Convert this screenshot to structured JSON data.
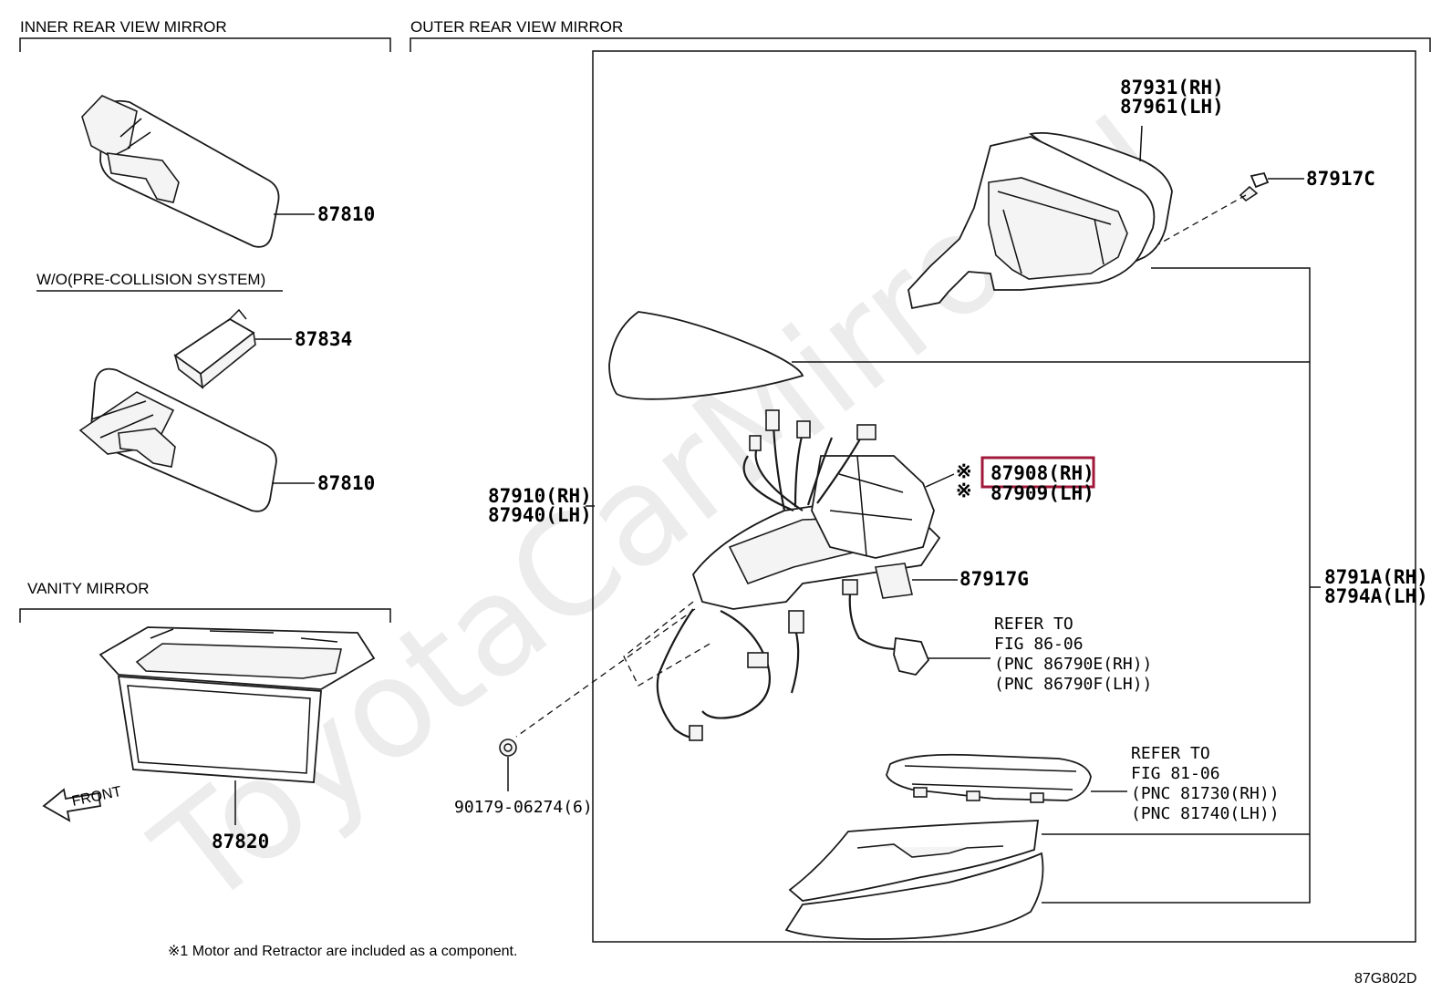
{
  "watermark": "ToyotaCarMirro.ru",
  "sections": {
    "inner": "INNER REAR VIEW MIRROR",
    "outer": "OUTER REAR VIEW MIRROR",
    "without_pcs": "W/O(PRE-COLLISION SYSTEM)",
    "vanity": "VANITY MIRROR"
  },
  "parts": {
    "p87810_top": "87810",
    "p87834": "87834",
    "p87810_bottom": "87810",
    "p87820": "87820",
    "p87931": "87931(RH)",
    "p87961": "87961(LH)",
    "p87917c": "87917C",
    "p87908": "87908(RH)",
    "p87909": "87909(LH)",
    "p87910": "87910(RH)",
    "p87940": "87940(LH)",
    "p87917g": "87917G",
    "p8791a": "8791A(RH)",
    "p8794a": "8794A(LH)",
    "p90179": "90179-06274(6)"
  },
  "note_mark_1": "※",
  "note_mark_2": "※",
  "refs": {
    "ref1": [
      "REFER TO",
      "FIG 86-06",
      "(PNC 86790E(RH))",
      "(PNC 86790F(LH))"
    ],
    "ref2": [
      "REFER TO",
      "FIG 81-06",
      "(PNC 81730(RH))",
      "(PNC 81740(LH))"
    ]
  },
  "front_label": "FRONT",
  "footnote": "※1 Motor and Retractor are included as a component.",
  "diagram_code": "87G802D",
  "highlight_color": "#a0183a"
}
